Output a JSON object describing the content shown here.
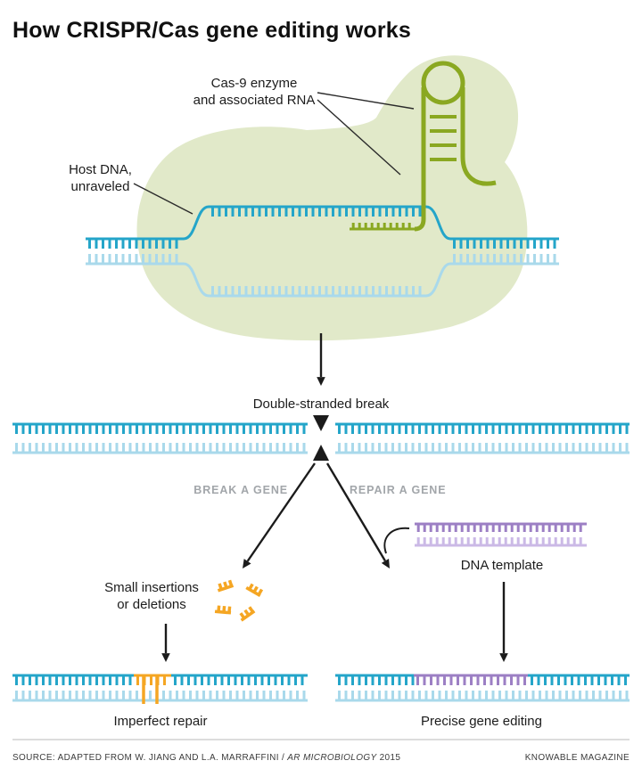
{
  "title": "How CRISPR/Cas gene editing works",
  "labels": {
    "cas9_line1": "Cas-9 enzyme",
    "cas9_line2": "and associated RNA",
    "host_line1": "Host DNA,",
    "host_line2": "unraveled",
    "double_strand_break": "Double-stranded break",
    "break_gene": "BREAK A GENE",
    "repair_gene": "REPAIR A GENE",
    "dna_template": "DNA template",
    "small_insertions_line1": "Small insertions",
    "small_insertions_line2": "or deletions",
    "imperfect_repair": "Imperfect repair",
    "precise_editing": "Precise gene editing"
  },
  "footer": {
    "source_prefix": "SOURCE: ADAPTED FROM W. JIANG AND L.A. MARRAFFINI / ",
    "source_italic": "AR MICROBIOLOGY",
    "source_suffix": " 2015",
    "brand": "KNOWABLE MAGAZINE"
  },
  "colors": {
    "teal": "#24a5c9",
    "light_blue": "#a9d9eb",
    "olive": "#8aa821",
    "blob": "#e1e9c9",
    "purple": "#9c7fc4",
    "light_purple": "#cbb9e6",
    "orange": "#f5a623",
    "ink": "#1b1b1b",
    "gray_label": "#a2a6aa",
    "divider": "#d0d0d0"
  }
}
